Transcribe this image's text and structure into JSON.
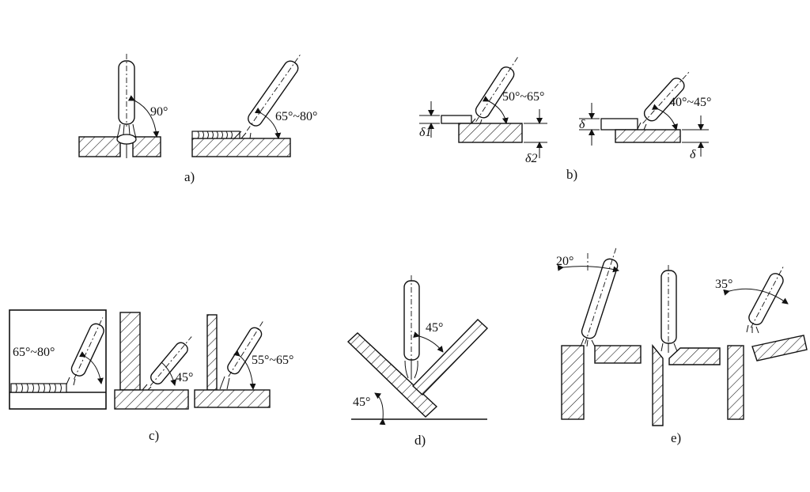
{
  "panels": {
    "a": {
      "label": "a)",
      "angle1": "90°",
      "angle2": "65°~80°"
    },
    "b": {
      "label": "b)",
      "angle1": "50°~65°",
      "angle2": "40°~45°",
      "delta1": "δ1",
      "delta2": "δ2",
      "delta": "δ"
    },
    "c": {
      "label": "c)",
      "angle1": "65°~80°",
      "angle2": "45°",
      "angle3": "55°~65°"
    },
    "d": {
      "label": "d)",
      "angle1": "45°",
      "angle2": "45°"
    },
    "e": {
      "label": "e)",
      "angle1": "20°",
      "angle2": "35°"
    }
  }
}
